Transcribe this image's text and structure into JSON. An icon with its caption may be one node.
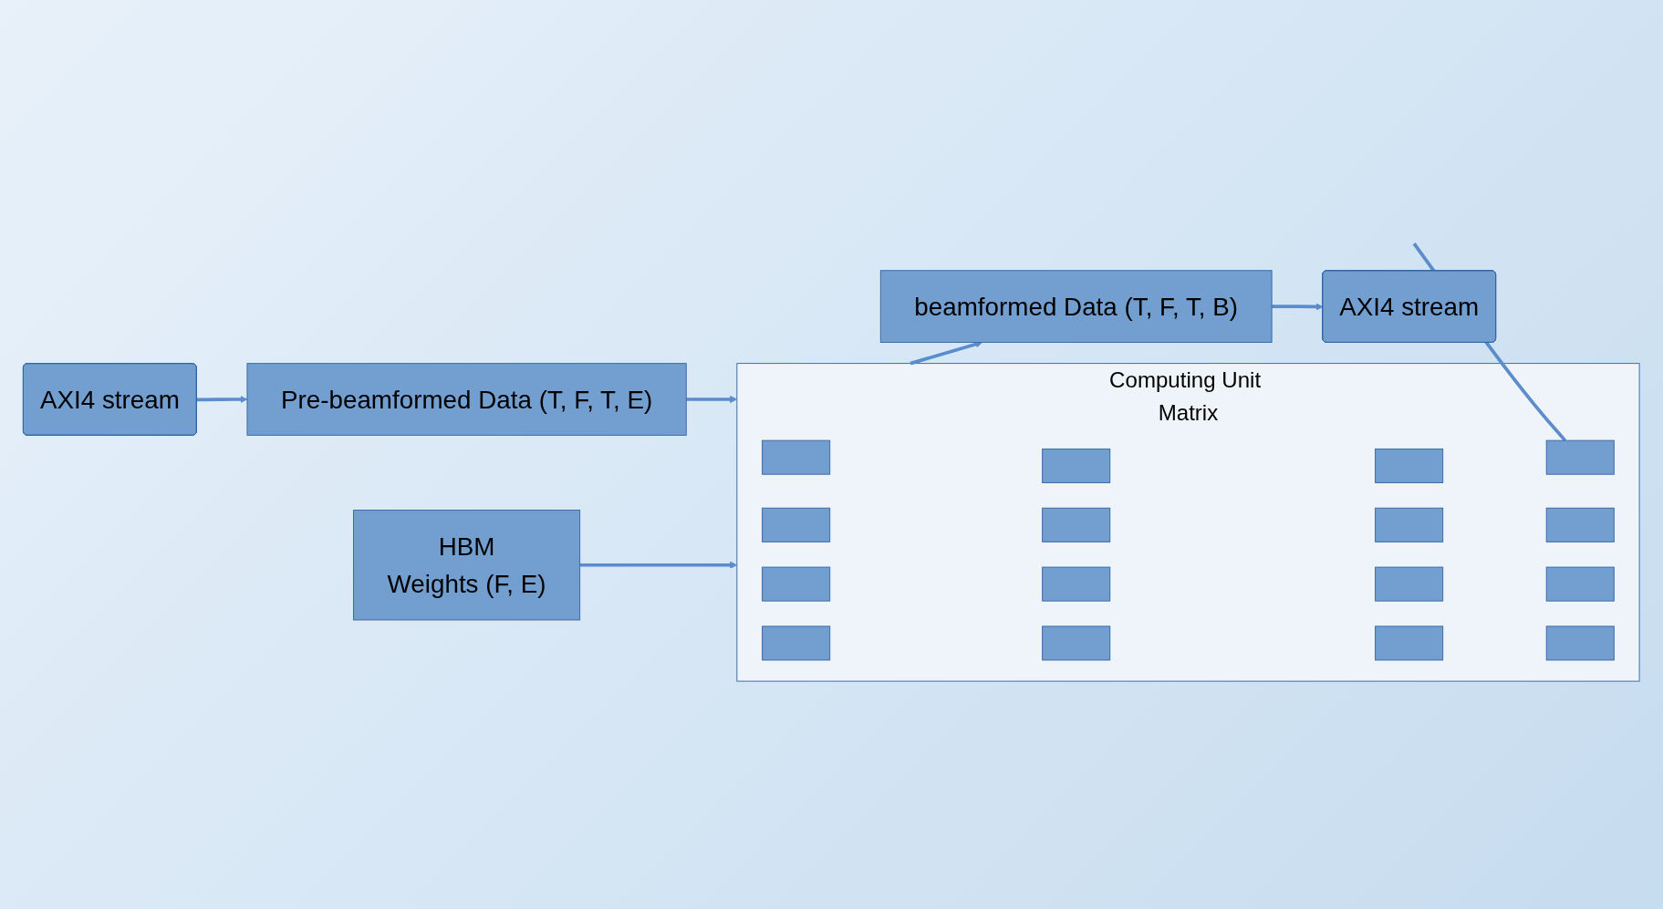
{
  "diagram": {
    "nodes": [
      {
        "text": [
          "HBM",
          "Weights (F, E)"
        ]
      },
      {
        "text": [
          "Pre-beamformed Data (T, F, T, E)"
        ]
      },
      {
        "text": [
          "AXI4 stream"
        ]
      },
      {
        "text": [
          "Computing Unit Matrix"
        ]
      },
      {
        "text": [],
        "shape": "box",
        "in": 3
      },
      {
        "text": [],
        "shape": "box",
        "in": 3
      },
      {
        "text": [],
        "shape": "box",
        "in": 3
      },
      {
        "text": [],
        "shape": "box",
        "in": 3
      },
      {
        "text": [],
        "shape": "box",
        "in": 3
      },
      {
        "text": [],
        "shape": "box",
        "in": 3
      },
      {
        "text": [],
        "shape": "box",
        "in": 3
      },
      {
        "text": [],
        "shape": "box",
        "in": 3
      },
      {
        "text": [],
        "shape": "box",
        "in": 3
      },
      {
        "text": [],
        "shape": "box",
        "in": 3
      },
      {
        "text": [],
        "shape": "box",
        "in": 3
      },
      {
        "text": [],
        "shape": "box",
        "in": 3
      },
      {
        "text": [],
        "shape": "box",
        "in": 3
      },
      {
        "text": [],
        "shape": "box",
        "in": 3
      },
      {
        "text": [],
        "shape": "box",
        "in": 3
      },
      {
        "text": [],
        "shape": "box",
        "in": 3
      },
      {
        "text": [
          "beamformed Data (T, F, T, B)"
        ]
      },
      {
        "text": [
          "AXI4 stream"
        ]
      }
    ],
    "edges": [
      {
        "from": 0,
        "to": 3,
        "arrow": "to"
      },
      {
        "from": 1,
        "to": 3,
        "arrow": "to"
      },
      {
        "from": 2,
        "to": 1,
        "arrow": "to"
      },
      {
        "from": 3,
        "to": 20,
        "arrow": "to"
      },
      {
        "from": 20,
        "to": 21,
        "arrow": "to"
      },
      {
        "from": null,
        "to": 7,
        "arrow": "none"
      }
    ]
  }
}
